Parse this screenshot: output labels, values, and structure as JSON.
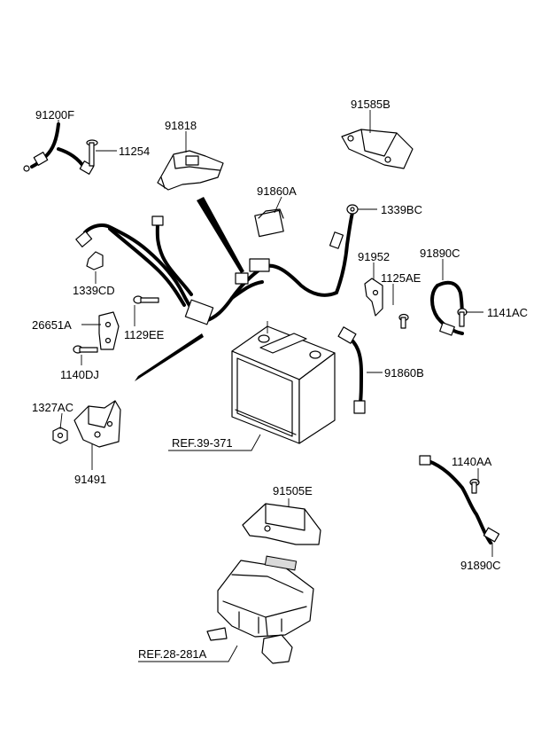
{
  "labels": {
    "p91200F": "91200F",
    "p11254": "11254",
    "p91818": "91818",
    "p91585B": "91585B",
    "p91860A": "91860A",
    "p1339BC": "1339BC",
    "p1339CD": "1339CD",
    "p91952": "91952",
    "p91890C_top": "91890C",
    "p1125AE": "1125AE",
    "p1141AC": "1141AC",
    "p26651A": "26651A",
    "p1129EE": "1129EE",
    "p1140DJ": "1140DJ",
    "p91860B": "91860B",
    "p1327AC": "1327AC",
    "p91491": "91491",
    "ref39": "REF.39-371",
    "p1140AA": "1140AA",
    "p91890C_bottom": "91890C",
    "p91505E": "91505E",
    "ref28": "REF.28-281A"
  }
}
